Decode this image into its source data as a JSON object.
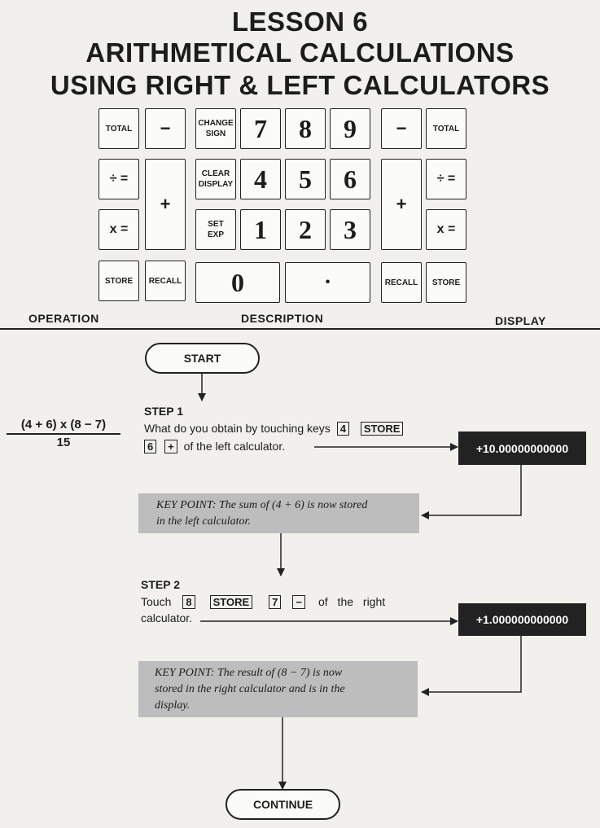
{
  "title": {
    "line1": "LESSON 6",
    "line2": "ARITHMETICAL CALCULATIONS",
    "line3": "USING RIGHT & LEFT CALCULATORS"
  },
  "keypad": {
    "total_left": "TOTAL",
    "minus_left": "−",
    "change_sign_1": "CHANGE",
    "change_sign_2": "SIGN",
    "d7": "7",
    "d8": "8",
    "d9": "9",
    "minus_right": "−",
    "total_right": "TOTAL",
    "div_left": "÷ =",
    "plus_left": "+",
    "clear_1": "CLEAR",
    "clear_2": "DISPLAY",
    "d4": "4",
    "d5": "5",
    "d6": "6",
    "plus_right": "+",
    "div_right": "÷ =",
    "mul_left": "x =",
    "set_exp_1": "SET",
    "set_exp_2": "EXP",
    "d1": "1",
    "d2": "2",
    "d3": "3",
    "mul_right": "x =",
    "store_left": "STORE",
    "recall_left": "RECALL",
    "d0": "0",
    "point": "•",
    "recall_right": "RECALL",
    "store_right": "STORE"
  },
  "columns": {
    "operation": "OPERATION",
    "description": "DESCRIPTION",
    "display": "DISPLAY"
  },
  "flow": {
    "start": "START",
    "continue": "CONTINUE"
  },
  "operation": {
    "numerator": "(4 + 6) x (8 − 7)",
    "denominator": "15"
  },
  "step1": {
    "title": "STEP 1",
    "text_a": "What do you obtain by touching keys",
    "key_a": "4",
    "key_b": "STORE",
    "key_c": "6",
    "key_d": "+",
    "text_b": "of the left calculator.",
    "display": "+10.00000000000"
  },
  "keypoint1": {
    "line1": "KEY POINT: The sum of (4 + 6) is now stored",
    "line2": "in the left calculator."
  },
  "step2": {
    "title": "STEP 2",
    "text_a": "Touch",
    "key_a": "8",
    "key_b": "STORE",
    "key_c": "7",
    "key_d": "−",
    "text_b": "of the right",
    "text_c": "calculator.",
    "display": "+1.000000000000"
  },
  "keypoint2": {
    "line1": "KEY POINT: The result of (8 − 7) is now",
    "line2": "stored in the right calculator and is in the",
    "line3": "display."
  }
}
